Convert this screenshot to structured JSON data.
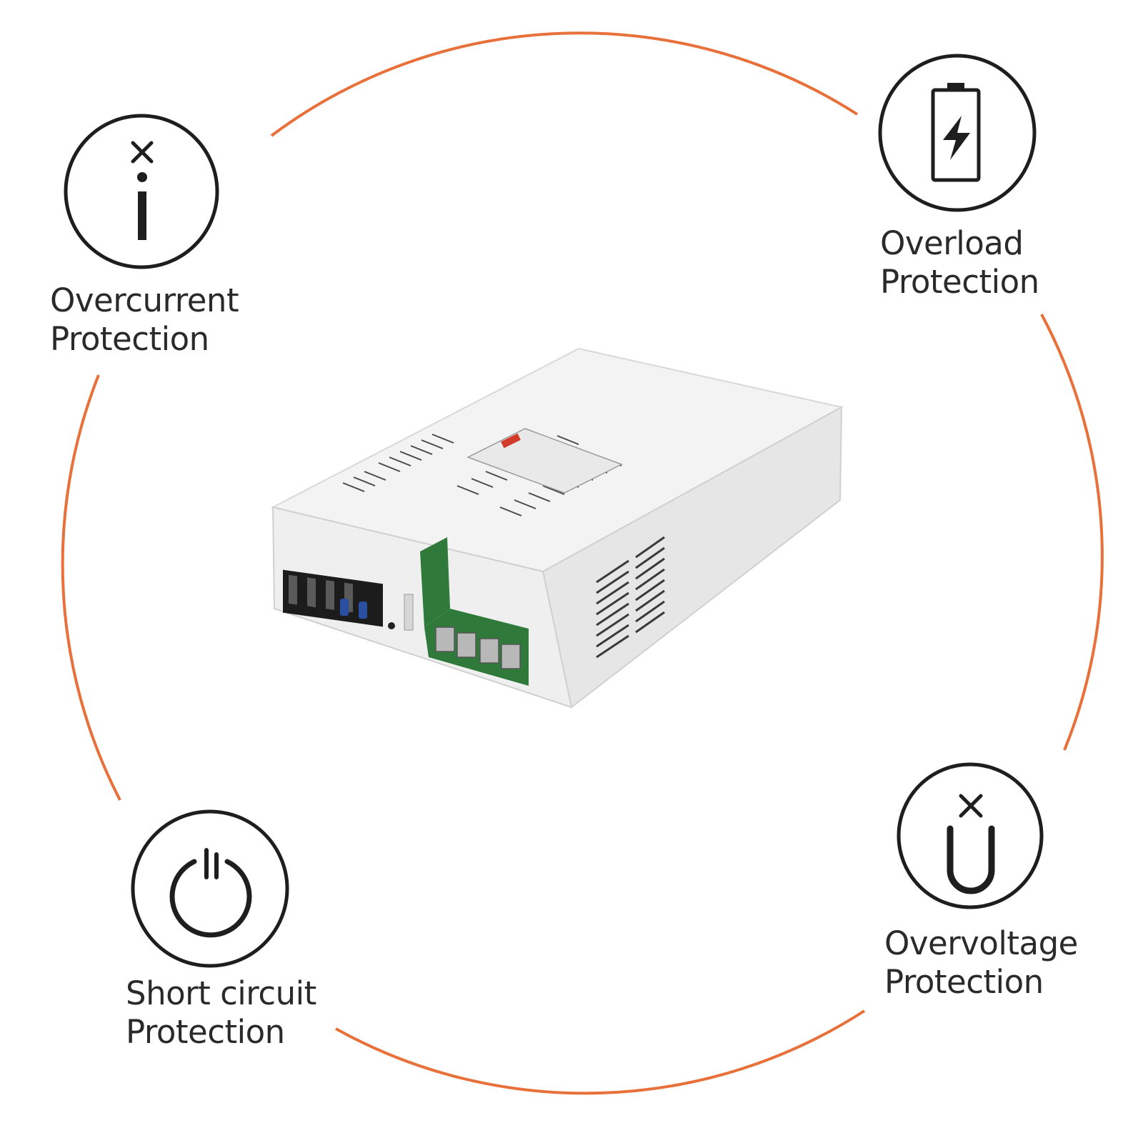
{
  "accent_color": "#e8703a",
  "features": [
    {
      "icon": "overcurrent-x-i-icon",
      "line1": "Overcurrent",
      "line2": "Protection"
    },
    {
      "icon": "battery-bolt-icon",
      "line1": "Overload",
      "line2": "Protection"
    },
    {
      "icon": "power-icon",
      "line1": "Short circuit",
      "line2": "Protection"
    },
    {
      "icon": "magnet-x-icon",
      "line1": "Overvoltage",
      "line2": "Protection"
    }
  ]
}
